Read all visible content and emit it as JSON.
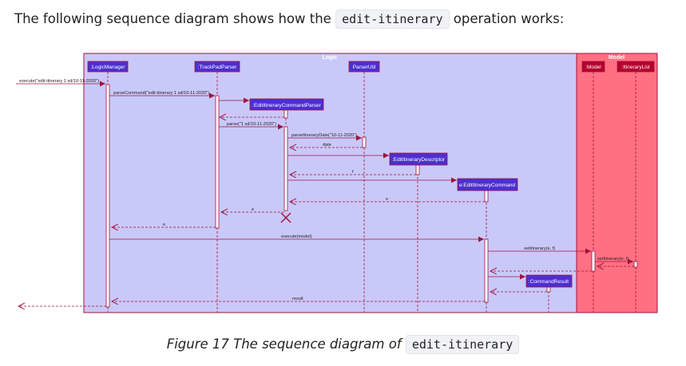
{
  "intro": {
    "before": "The following sequence diagram shows how the",
    "code": "edit-itinerary",
    "after": "operation works:"
  },
  "caption": {
    "before": "Figure 17 The sequence diagram of",
    "code": "edit-itinerary"
  },
  "diagram": {
    "colors": {
      "logic_fill": "#c9c9f9",
      "model_fill": "#ff7082",
      "participant_logic": "#4c2fd1",
      "participant_model": "#b5002d",
      "arrow": "#a3123e",
      "lifeline": "#a3123e"
    },
    "frames": {
      "logic": "Logic",
      "model": "Model"
    },
    "participants": [
      {
        "key": "lm",
        "label": ":LogicManager",
        "group": "logic"
      },
      {
        "key": "tp",
        "label": ":TrackPadParser",
        "group": "logic"
      },
      {
        "key": "pu",
        "label": "ParserUtil",
        "group": "logic"
      },
      {
        "key": "model",
        "label": ":Model",
        "group": "model"
      },
      {
        "key": "il",
        "label": ":ItineraryList",
        "group": "model"
      }
    ],
    "created": [
      {
        "key": "eicp",
        "label": ":EditItineraryCommandParser"
      },
      {
        "key": "eid",
        "label": ":EditItineraryDescriptor"
      },
      {
        "key": "eic",
        "label": "e:EditItineraryCommand"
      },
      {
        "key": "cr",
        "label": ":CommandResult"
      }
    ],
    "messages": [
      {
        "label": "execute(\"edit-itinerary 1 sd/10-11-2020\")"
      },
      {
        "label": "parseCommand(\"edit-itinerary 1 sd/10-11-2020\")"
      },
      {
        "label": ""
      },
      {
        "label": ""
      },
      {
        "label": "parse(\"1 sd/10-11-2020\")"
      },
      {
        "label": "parseItineraryDate(\"10-11-2020\")"
      },
      {
        "label": "date"
      },
      {
        "label": ""
      },
      {
        "label": "f"
      },
      {
        "label": ""
      },
      {
        "label": "e"
      },
      {
        "label": "e"
      },
      {
        "label": "e"
      },
      {
        "label": "execute(model)"
      },
      {
        "label": "setItinerary(e, f)"
      },
      {
        "label": "setItinerary(e, f)"
      },
      {
        "label": ""
      },
      {
        "label": ""
      },
      {
        "label": ""
      },
      {
        "label": ""
      },
      {
        "label": "result"
      },
      {
        "label": ""
      }
    ]
  }
}
